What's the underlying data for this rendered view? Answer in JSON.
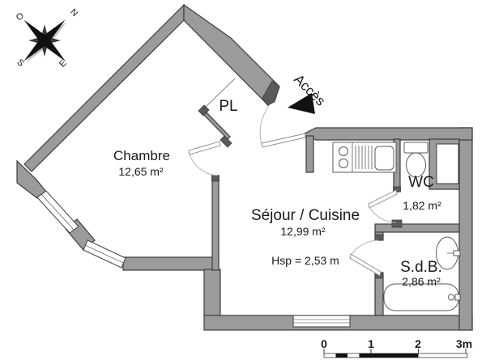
{
  "compass": {
    "north": "N",
    "west": "O",
    "south": "S",
    "east": "E"
  },
  "access": {
    "label": "Accès"
  },
  "rooms": {
    "chambre": {
      "name": "Chambre",
      "area": "12,65 m²"
    },
    "sejour": {
      "name": "Séjour / Cuisine",
      "area": "12,99 m²",
      "ceiling_height": "Hsp = 2,53 m"
    },
    "wc": {
      "name": "WC",
      "area": "1,82 m²"
    },
    "sdb": {
      "name": "S.d.B.",
      "area": "2,86 m²"
    },
    "placard": {
      "name": "PL"
    }
  },
  "scale_bar": {
    "labels": [
      "0",
      "1",
      "2",
      "3m"
    ]
  },
  "colors": {
    "wall_fill": "#9b9b9b",
    "wall_stroke": "#3c3c3c",
    "door_arc": "#b4b4b4",
    "text": "#1a1a1a"
  }
}
